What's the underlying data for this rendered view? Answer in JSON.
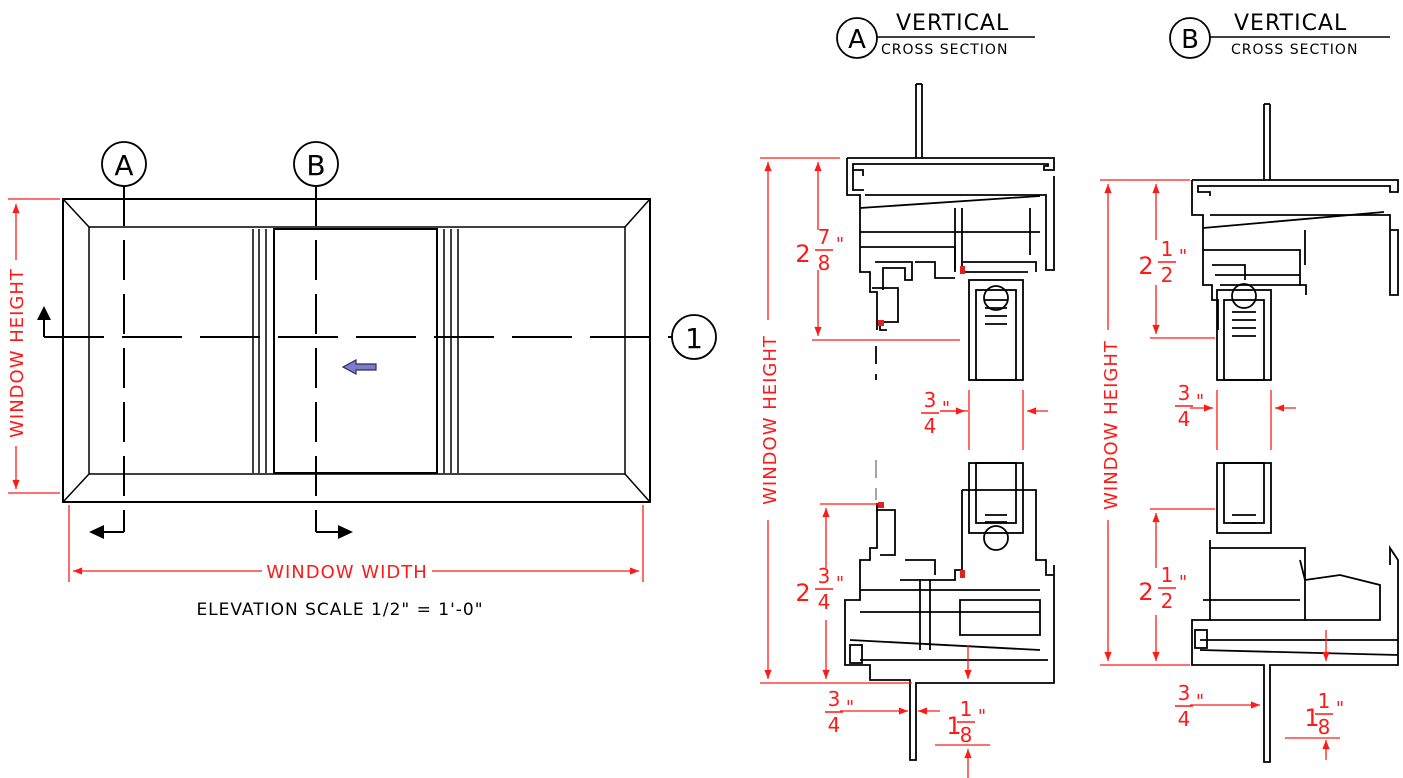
{
  "elevation": {
    "section_tags": [
      "A",
      "B"
    ],
    "side_tag": "1",
    "height_label": "WINDOW HEIGHT",
    "width_label": "WINDOW WIDTH",
    "scale_note": "ELEVATION SCALE 1/2\" = 1'-0\""
  },
  "section_a": {
    "tag": "A",
    "title": "VERTICAL",
    "subtitle": "CROSS SECTION",
    "height_label": "WINDOW HEIGHT",
    "dims": {
      "head": {
        "whole": "2",
        "num": "7",
        "den": "8",
        "unit": "\""
      },
      "gap": {
        "num": "3",
        "den": "4",
        "unit": "\""
      },
      "sill": {
        "whole": "2",
        "num": "3",
        "den": "4",
        "unit": "\""
      },
      "bottom_left": {
        "num": "3",
        "den": "4",
        "unit": "\""
      },
      "bottom_right": {
        "whole": "1",
        "num": "1",
        "den": "8",
        "unit": "\""
      }
    }
  },
  "section_b": {
    "tag": "B",
    "title": "VERTICAL",
    "subtitle": "CROSS SECTION",
    "height_label": "WINDOW HEIGHT",
    "dims": {
      "head": {
        "whole": "2",
        "num": "1",
        "den": "2",
        "unit": "\""
      },
      "gap": {
        "num": "3",
        "den": "4",
        "unit": "\""
      },
      "sill": {
        "whole": "2",
        "num": "1",
        "den": "2",
        "unit": "\""
      },
      "bottom_left": {
        "num": "3",
        "den": "4",
        "unit": "\""
      },
      "bottom_right": {
        "whole": "1",
        "num": "1",
        "den": "8",
        "unit": "\""
      }
    }
  },
  "colors": {
    "line": "#000000",
    "dimension": "#ff1a1a",
    "arrow": "#5a5aa8"
  }
}
